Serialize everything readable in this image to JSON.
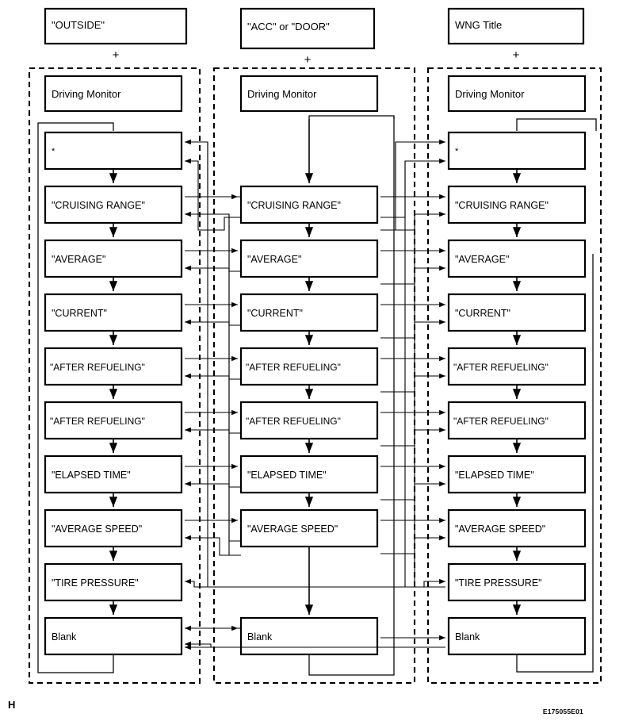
{
  "figure": {
    "type": "flow-diagram",
    "corner_marker": "H",
    "figure_code": "E175055E01",
    "plus_symbol": "+"
  },
  "columns": [
    {
      "id": "outside",
      "trigger_label": "\"OUTSIDE\"",
      "group_label": "Driving Monitor",
      "steps": [
        {
          "label": "*",
          "is_asterisk": true
        },
        {
          "label": "\"CRUISING RANGE\""
        },
        {
          "label": "\"AVERAGE\""
        },
        {
          "label": "\"CURRENT\""
        },
        {
          "label": "\"AFTER REFUELING\""
        },
        {
          "label": "\"AFTER REFUELING\""
        },
        {
          "label": "\"ELAPSED TIME\""
        },
        {
          "label": "\"AVERAGE SPEED\""
        },
        {
          "label": "\"TIRE PRESSURE\""
        },
        {
          "label": "Blank"
        }
      ]
    },
    {
      "id": "acc-door",
      "trigger_label": "\"ACC\" or \"DOOR\"",
      "group_label": "Driving Monitor",
      "steps": [
        {
          "label": "\"CRUISING RANGE\""
        },
        {
          "label": "\"AVERAGE\""
        },
        {
          "label": "\"CURRENT\""
        },
        {
          "label": "\"AFTER REFUELING\""
        },
        {
          "label": "\"AFTER REFUELING\""
        },
        {
          "label": "\"ELAPSED TIME\""
        },
        {
          "label": "\"AVERAGE SPEED\""
        },
        {
          "label": "Blank"
        }
      ]
    },
    {
      "id": "wng-title",
      "trigger_label": "WNG Title",
      "group_label": "Driving Monitor",
      "steps": [
        {
          "label": "*",
          "is_asterisk": true
        },
        {
          "label": "\"CRUISING RANGE\""
        },
        {
          "label": "\"AVERAGE\""
        },
        {
          "label": "\"CURRENT\""
        },
        {
          "label": "\"AFTER REFUELING\""
        },
        {
          "label": "\"AFTER REFUELING\""
        },
        {
          "label": "\"ELAPSED TIME\""
        },
        {
          "label": "\"AVERAGE SPEED\""
        },
        {
          "label": "\"TIRE PRESSURE\""
        },
        {
          "label": "Blank"
        }
      ]
    }
  ]
}
